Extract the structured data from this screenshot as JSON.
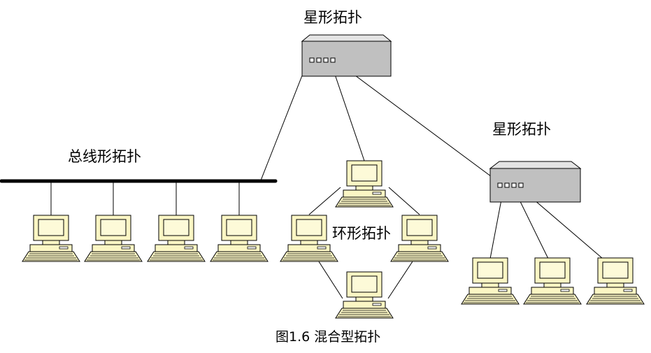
{
  "labels": {
    "star_top": "星形拓扑",
    "star_right": "星形拓扑",
    "bus": "总线形拓扑",
    "ring": "环形拓扑",
    "caption": "图1.6 混合型拓扑"
  },
  "colors": {
    "line": "#000000",
    "hub_body": "#c0c0c0",
    "hub_top": "#e4e4e4",
    "monitor": "#fbf6c4",
    "screen": "#fdfad8",
    "background": "#ffffff"
  },
  "topology": {
    "star_top_hub_ports": 4,
    "star_right_hub_ports": 4,
    "bus_stations": 4,
    "ring_stations": 4,
    "star_right_stations": 3
  }
}
